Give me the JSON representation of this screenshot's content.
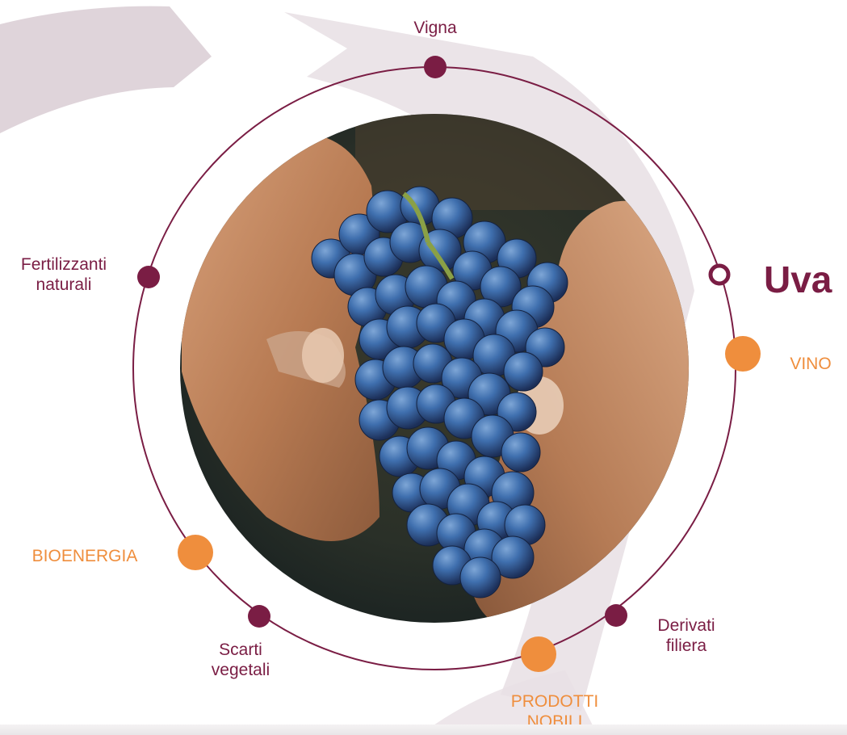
{
  "title": "Uva",
  "nodes": {
    "vigna": "Vigna",
    "fertilizzanti": [
      "Fertilizzanti",
      "naturali"
    ],
    "bioenergia": "BIOENERGIA",
    "scarti": [
      "Scarti",
      "vegetali"
    ],
    "prodotti": [
      "PRODOTTI",
      "NOBILI"
    ],
    "derivati": [
      "Derivati",
      "filiera"
    ],
    "vino": "VINO"
  },
  "colors": {
    "dark": "#7a1d44",
    "orange": "#ef8e3d",
    "arrow": "#d9cdd4"
  },
  "image": {
    "subject": "hands-holding-grapes"
  }
}
